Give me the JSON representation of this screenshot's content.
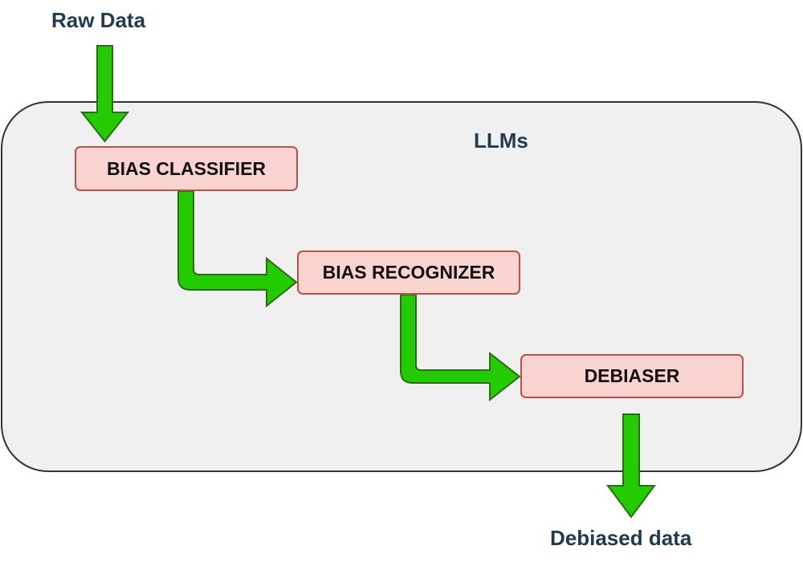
{
  "diagram": {
    "input_label": "Raw Data",
    "output_label": "Debiased data",
    "container_label": "LLMs",
    "steps": [
      {
        "label": "BIAS CLASSIFIER"
      },
      {
        "label": "BIAS RECOGNIZER"
      },
      {
        "label": "DEBIASER"
      }
    ]
  },
  "colors": {
    "arrow_fill": "#22cc00",
    "arrow_stroke": "#2d6b1a",
    "box_fill": "#f9d3cf",
    "box_border": "#b5524a",
    "container_fill": "#f0f0f0",
    "label_text": "#1f3b4d"
  }
}
